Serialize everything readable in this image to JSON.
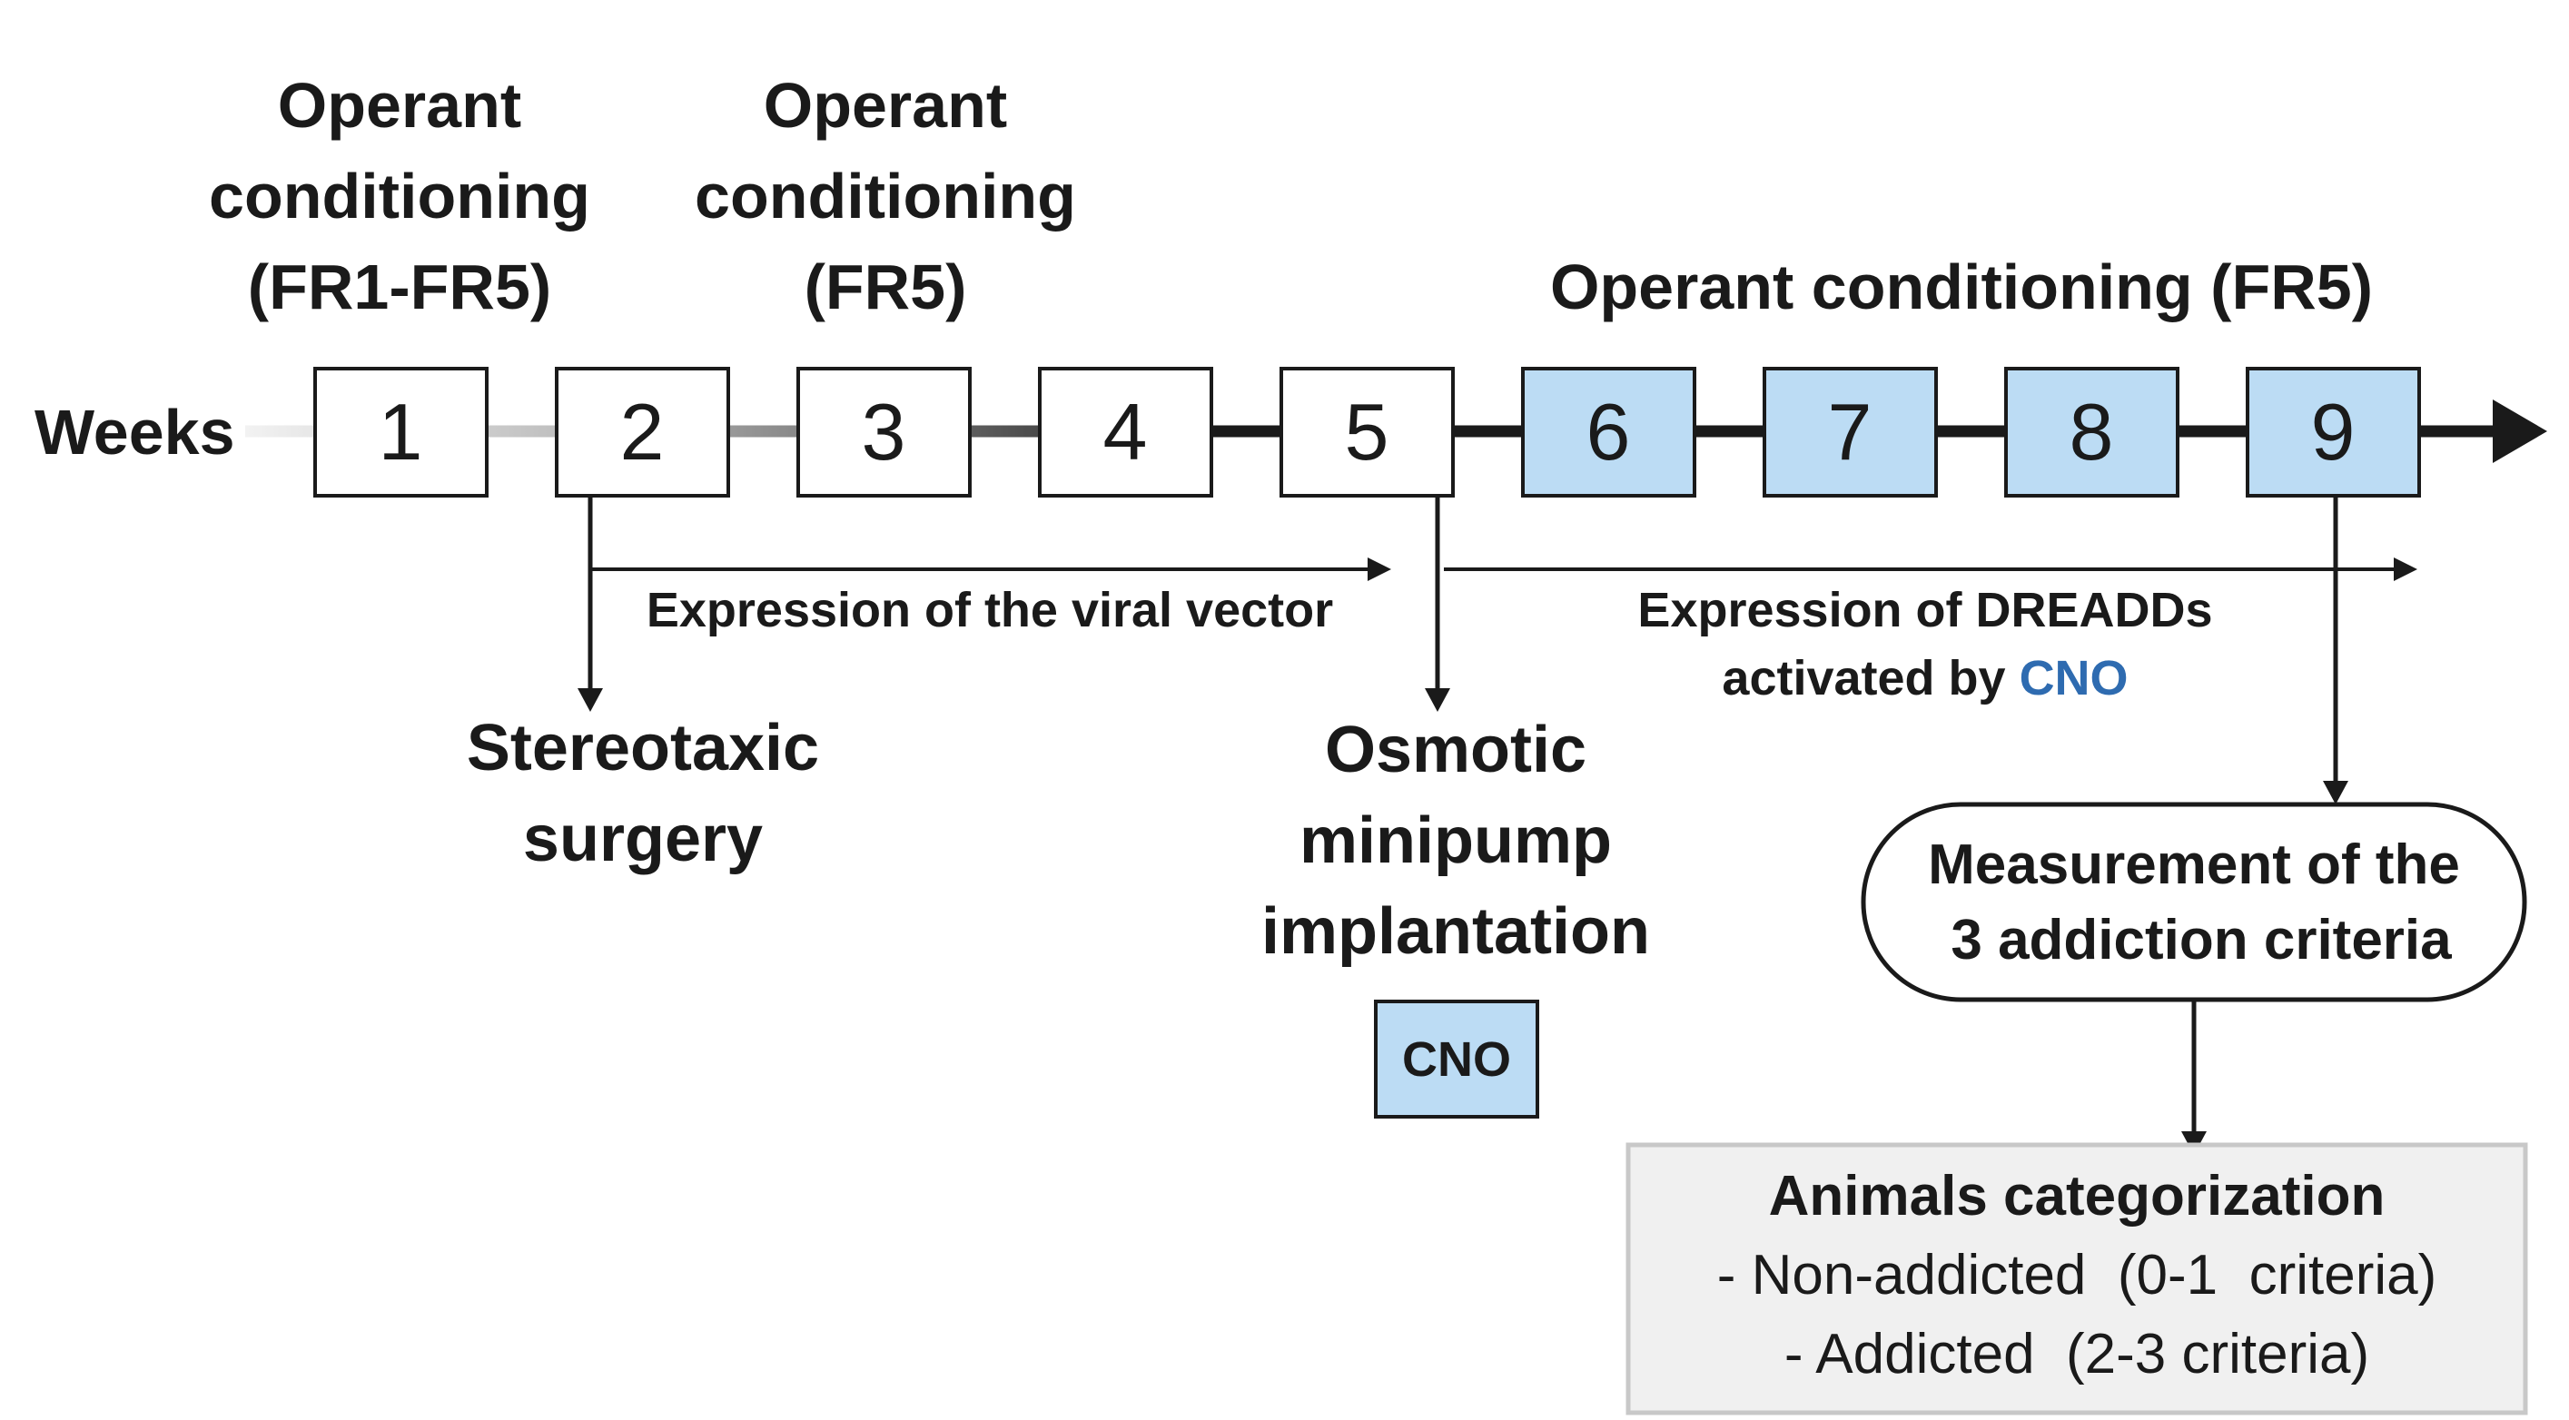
{
  "phase_labels": {
    "phase1": [
      "Operant",
      "conditioning",
      "(FR1-FR5)"
    ],
    "phase2": [
      "Operant",
      "conditioning",
      "(FR5)"
    ],
    "phase3": "Operant conditioning (FR5)"
  },
  "timeline": {
    "axis_label": "Weeks",
    "weeks": [
      "1",
      "2",
      "3",
      "4",
      "5",
      "6",
      "7",
      "8",
      "9"
    ],
    "highlighted_weeks": [
      "6",
      "7",
      "8",
      "9"
    ]
  },
  "expression": {
    "viral_vector": "Expression of the viral vector",
    "dreadds_line1": "Expression of DREADDs",
    "dreadds_line2_prefix": "activated by ",
    "dreadds_line2_highlight": "CNO"
  },
  "events": {
    "surgery": [
      "Stereotaxic",
      "surgery"
    ],
    "minipump": [
      "Osmotic",
      "minipump",
      "implantation"
    ],
    "cno_box": "CNO",
    "measurement": [
      "Measurement of the",
      "3 addiction criteria"
    ]
  },
  "categorization": {
    "title": "Animals categorization",
    "lines": [
      "- Non-addicted  (0-1  criteria)",
      "- Addicted  (2-3 criteria)"
    ]
  },
  "colors": {
    "highlight_fill": "#bcdcf4",
    "cno_text": "#2e6bb0",
    "box_stroke": "#1a1a1a",
    "categorization_fill": "#f0f0f0",
    "categorization_stroke": "#c8c8c8"
  }
}
